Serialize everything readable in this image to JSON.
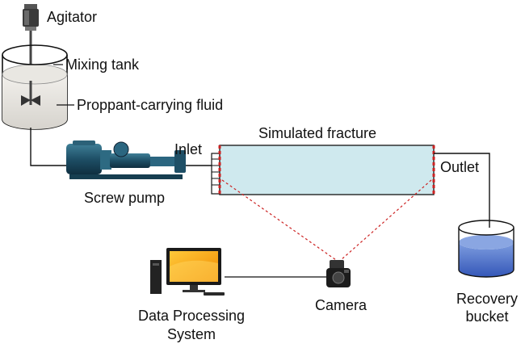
{
  "labels": {
    "agitator": "Agitator",
    "mixing_tank": "Mixing tank",
    "fluid": "Proppant-carrying fluid",
    "simulated_fracture": "Simulated fracture",
    "inlet": "Inlet",
    "outlet": "Outlet",
    "screw_pump": "Screw pump",
    "camera": "Camera",
    "data_processing_line1": "Data Processing",
    "data_processing_line2": "System",
    "recovery_line1": "Recovery",
    "recovery_line2": "bucket"
  },
  "colors": {
    "line": "#111111",
    "fracture_fill": "#cfe9ee",
    "fracture_stroke": "#222222",
    "sight_lines": "#cc2222",
    "water": "#3d67c6",
    "screen": "#f5a300",
    "pump_body": "#1e4f66"
  }
}
